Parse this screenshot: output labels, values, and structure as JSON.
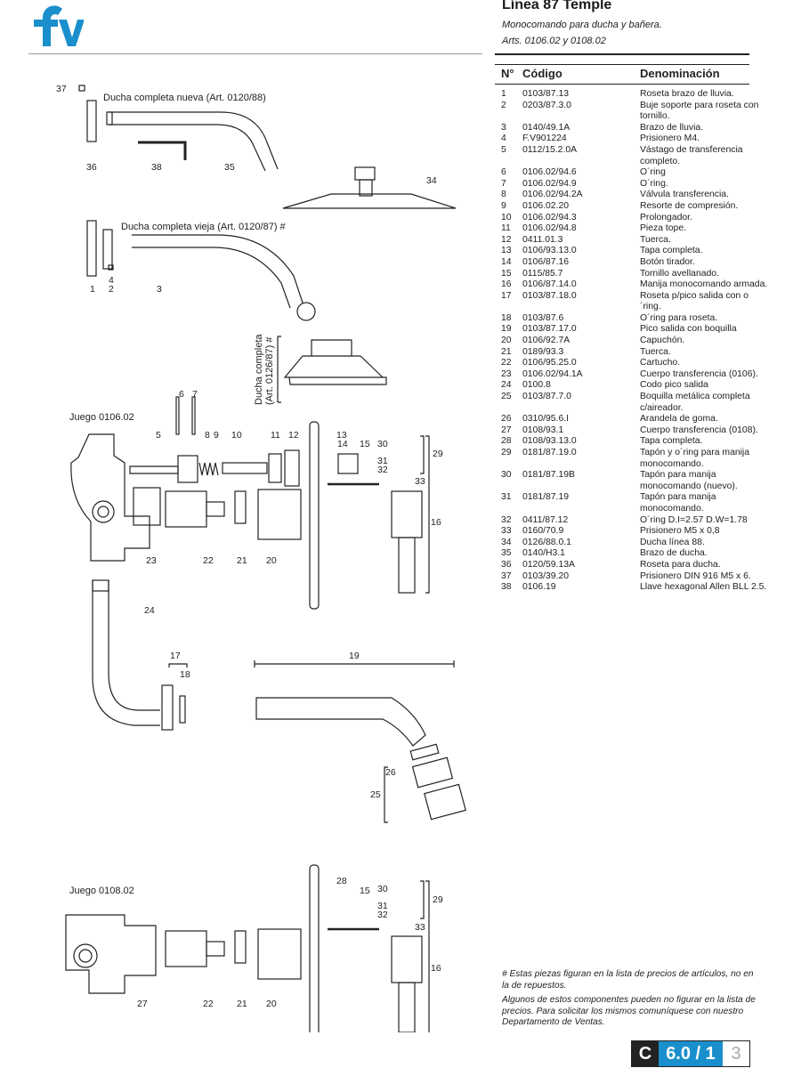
{
  "brand": {
    "logo_text": "fv",
    "color": "#1a8fcc"
  },
  "header": {
    "title": "Línea 87 Temple",
    "subtitle": "Monocomando para ducha y bañera.",
    "articles": "Arts. 0106.02 y 0108.02"
  },
  "table": {
    "headers": {
      "num": "N°",
      "code": "Código",
      "name": "Denominación"
    },
    "rows": [
      {
        "n": "1",
        "code": "0103/87.13",
        "name": "Roseta brazo de lluvia."
      },
      {
        "n": "2",
        "code": "0203/87.3.0",
        "name": "Buje soporte para roseta con tornillo."
      },
      {
        "n": "3",
        "code": "0140/49.1A",
        "name": "Brazo de lluvia."
      },
      {
        "n": "4",
        "code": "F.V901224",
        "name": "Prisionero M4."
      },
      {
        "n": "5",
        "code": "0112/15.2.0A",
        "name": "Vástago de transferencia completo."
      },
      {
        "n": "6",
        "code": "0106.02/94.6",
        "name": "O´ring"
      },
      {
        "n": "7",
        "code": "0106.02/94.9",
        "name": "O´ring."
      },
      {
        "n": "8",
        "code": "0106.02/94.2A",
        "name": "Válvula transferencia."
      },
      {
        "n": "9",
        "code": "0106.02.20",
        "name": "Resorte de compresión."
      },
      {
        "n": "10",
        "code": "0106.02/94.3",
        "name": "Prolongador."
      },
      {
        "n": "11",
        "code": "0106.02/94.8",
        "name": "Pieza tope."
      },
      {
        "n": "12",
        "code": "0411.01.3",
        "name": "Tuerca."
      },
      {
        "n": "13",
        "code": "0106/93.13.0",
        "name": "Tapa completa."
      },
      {
        "n": "14",
        "code": "0106/87.16",
        "name": "Botón tirador."
      },
      {
        "n": "15",
        "code": "0115/85.7",
        "name": "Tornillo avellanado."
      },
      {
        "n": "16",
        "code": "0106/87.14.0",
        "name": "Manija monocomando armada."
      },
      {
        "n": "17",
        "code": "0103/87.18.0",
        "name": "Roseta p/pico salida con o´ring."
      },
      {
        "n": "18",
        "code": "0103/87.6",
        "name": "O´ring para roseta."
      },
      {
        "n": "19",
        "code": "0103/87.17.0",
        "name": "Pico salida con boquilla"
      },
      {
        "n": "20",
        "code": "0106/92.7A",
        "name": "Capuchón."
      },
      {
        "n": "21",
        "code": "0189/93.3",
        "name": "Tuerca."
      },
      {
        "n": "22",
        "code": "0106/95.25.0",
        "name": "Cartucho."
      },
      {
        "n": "23",
        "code": "0106.02/94.1A",
        "name": "Cuerpo transferencia (0106)."
      },
      {
        "n": "24",
        "code": "0100.8",
        "name": "Codo pico salida"
      },
      {
        "n": "25",
        "code": "0103/87.7.0",
        "name": "Boquilla metálica completa c/aireador."
      },
      {
        "n": "26",
        "code": "0310/95.6.I",
        "name": "Arandela de goma."
      },
      {
        "n": "27",
        "code": "0108/93.1",
        "name": "Cuerpo transferencia (0108)."
      },
      {
        "n": "28",
        "code": "0108/93.13.0",
        "name": "Tapa completa."
      },
      {
        "n": "29",
        "code": "0181/87.19.0",
        "name": "Tapón y o´ring para manija monocomando."
      },
      {
        "n": "30",
        "code": "0181/87.19B",
        "name": "Tapón para manija monocomando (nuevo)."
      },
      {
        "n": "31",
        "code": "0181/87.19",
        "name": "Tapón para manija monocomando."
      },
      {
        "n": "32",
        "code": "0411/87.12",
        "name": "O´ring D.I=2.57 D.W=1.78"
      },
      {
        "n": "33",
        "code": "0160/70.9",
        "name": "Prisionero M5 x 0,8"
      },
      {
        "n": "34",
        "code": "0126/88.0.1",
        "name": "Ducha línea 88."
      },
      {
        "n": "35",
        "code": "0140/H3.1",
        "name": "Brazo de ducha."
      },
      {
        "n": "36",
        "code": "0120/59.13A",
        "name": "Roseta para ducha."
      },
      {
        "n": "37",
        "code": "0103/39.20",
        "name": "Prisionero DIN 916 M5 x 6."
      },
      {
        "n": "38",
        "code": "0106.19",
        "name": "Llave hexagonal Allen BLL 2.5."
      }
    ]
  },
  "diagram": {
    "captions": {
      "ducha_nueva": "Ducha completa nueva (Art. 0120/88)",
      "ducha_vieja": "Ducha completa vieja (Art. 0120/87) #",
      "ducha_completa_1": "Ducha completa",
      "ducha_completa_2": "(Art. 0126/87) #",
      "juego_0106": "Juego 0106.02",
      "juego_0108": "Juego 0108.02"
    },
    "callouts": [
      "37",
      "36",
      "38",
      "35",
      "34",
      "1",
      "4",
      "2",
      "3",
      "6",
      "7",
      "5",
      "8",
      "9",
      "10",
      "11",
      "12",
      "13",
      "14",
      "15",
      "30",
      "29",
      "31",
      "32",
      "33",
      "16",
      "23",
      "22",
      "21",
      "20",
      "24",
      "17",
      "18",
      "19",
      "26",
      "25",
      "28",
      "15",
      "30",
      "29",
      "31",
      "32",
      "33",
      "16",
      "27",
      "22",
      "21",
      "20"
    ]
  },
  "notes": {
    "note1": "# Estas piezas figuran en la lista de precios de artículos, no en la de repuestos.",
    "note2": "Algunos de estos componentes pueden no figurar en la lista de precios. Para solicitar los mismos comuníquese con nuestro Departamento de Ventas."
  },
  "page": {
    "section": "C",
    "number": "6.0 / 1",
    "page": "3"
  }
}
